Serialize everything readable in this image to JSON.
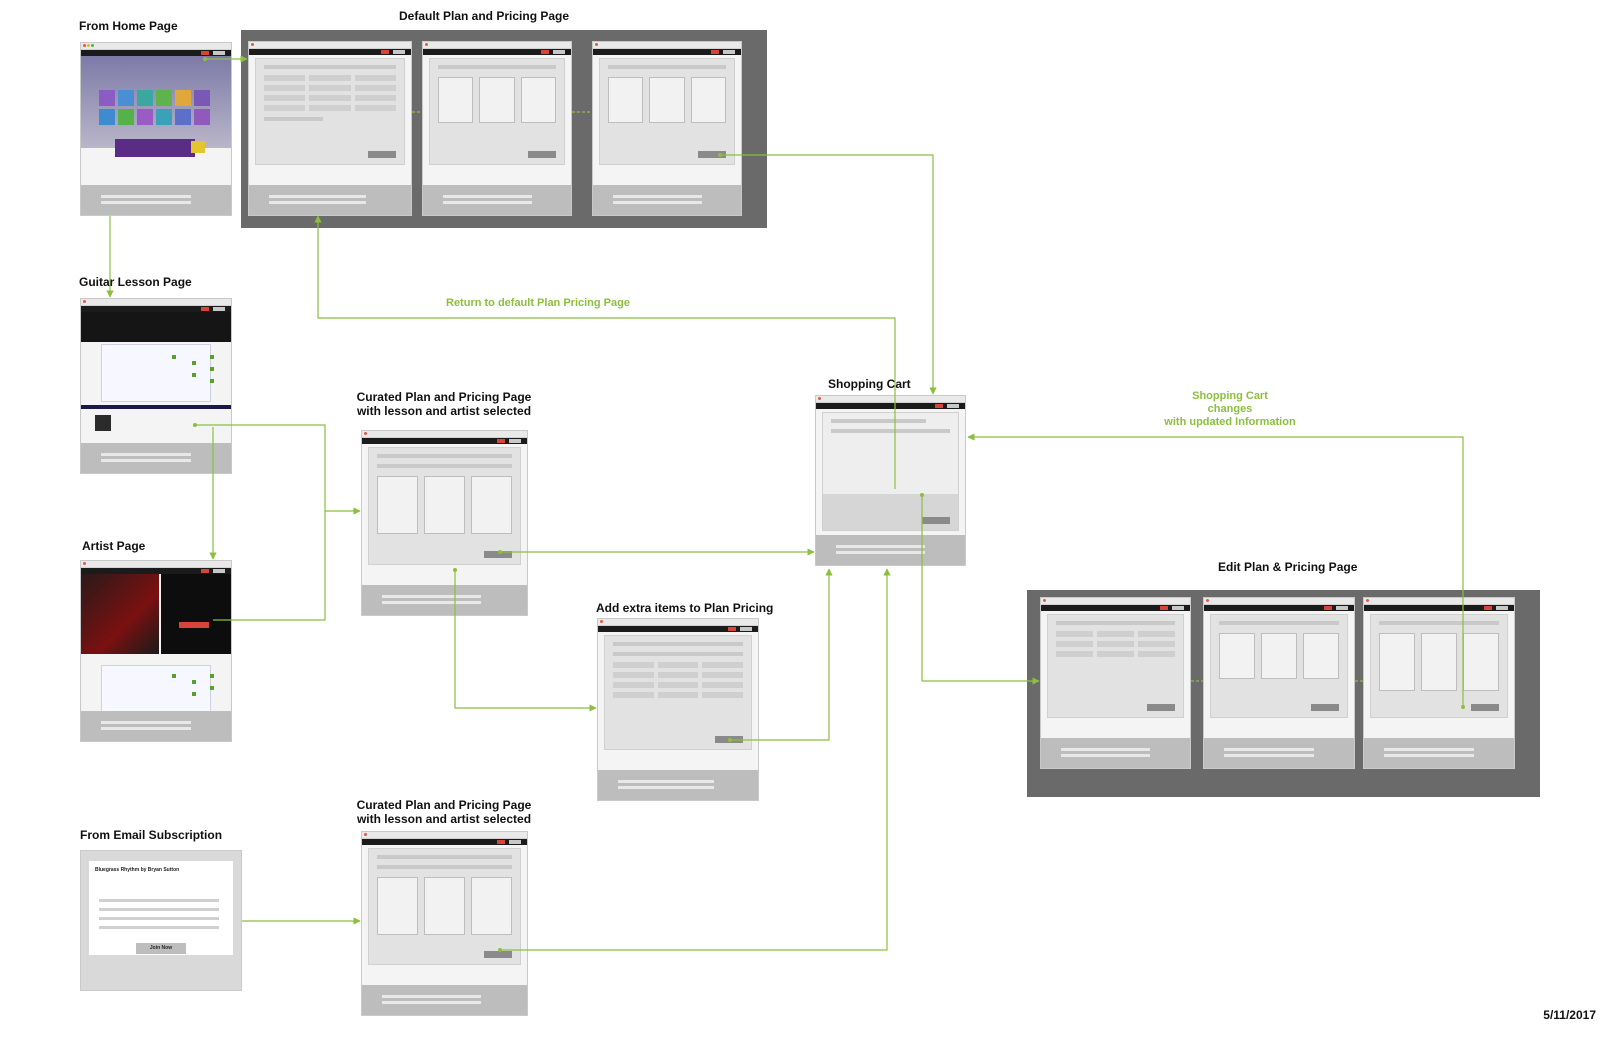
{
  "headings": {
    "from_home": "From Home Page",
    "default_plan": "Default Plan and Pricing Page",
    "guitar_lesson": "Guitar Lesson Page",
    "artist": "Artist Page",
    "curated_1_line1": "Curated Plan and Pricing Page",
    "curated_1_line2": "with lesson and artist selected",
    "curated_2_line1": "Curated Plan and Pricing Page",
    "curated_2_line2": "with lesson and artist selected",
    "shopping_cart": "Shopping Cart",
    "add_extra": "Add extra items to Plan Pricing",
    "edit_plan": "Edit Plan & Pricing Page",
    "from_email": "From Email Subscription"
  },
  "annotations": {
    "return_default": "Return to default Plan Pricing Page",
    "cart_changes_line1": "Shopping Cart",
    "cart_changes_line2": "changes",
    "cart_changes_line3": "with updated Information"
  },
  "email": {
    "title": "Bluegrass Rhythm by Bryan Sutton",
    "button": "Join Now"
  },
  "date": "5/11/2017",
  "colors": {
    "connector": "#8cbf3f",
    "group_background": "#6a6a6a",
    "mock_footer": "#bdbdbd"
  }
}
